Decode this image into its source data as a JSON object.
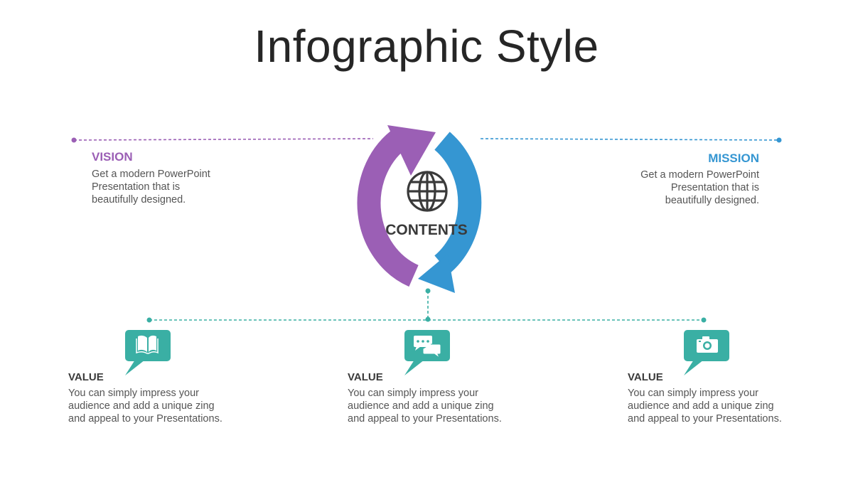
{
  "title": "Infographic Style",
  "center": {
    "label": "CONTENTS",
    "icon": "globe-icon"
  },
  "vision": {
    "heading": "VISION",
    "lines": [
      "Get a modern PowerPoint",
      "Presentation that is",
      "beautifully designed."
    ]
  },
  "mission": {
    "heading": "MISSION",
    "lines": [
      "Get a modern PowerPoint",
      "Presentation that is",
      "beautifully designed."
    ]
  },
  "values": [
    {
      "heading": "VALUE",
      "icon": "book-icon",
      "lines": [
        "You can simply impress your",
        "audience and add a unique zing",
        "and appeal to your Presentations."
      ]
    },
    {
      "heading": "VALUE",
      "icon": "chat-bubbles-icon",
      "lines": [
        "You can simply impress your",
        "audience and add a unique zing",
        "and appeal to your Presentations."
      ]
    },
    {
      "heading": "VALUE",
      "icon": "camera-icon",
      "lines": [
        "You can simply impress your",
        "audience and add a unique zing",
        "and appeal to your Presentations."
      ]
    }
  ],
  "colors": {
    "purple": "#9b5fb5",
    "blue": "#3596d2",
    "teal": "#3aafa4",
    "text": "#555555"
  }
}
